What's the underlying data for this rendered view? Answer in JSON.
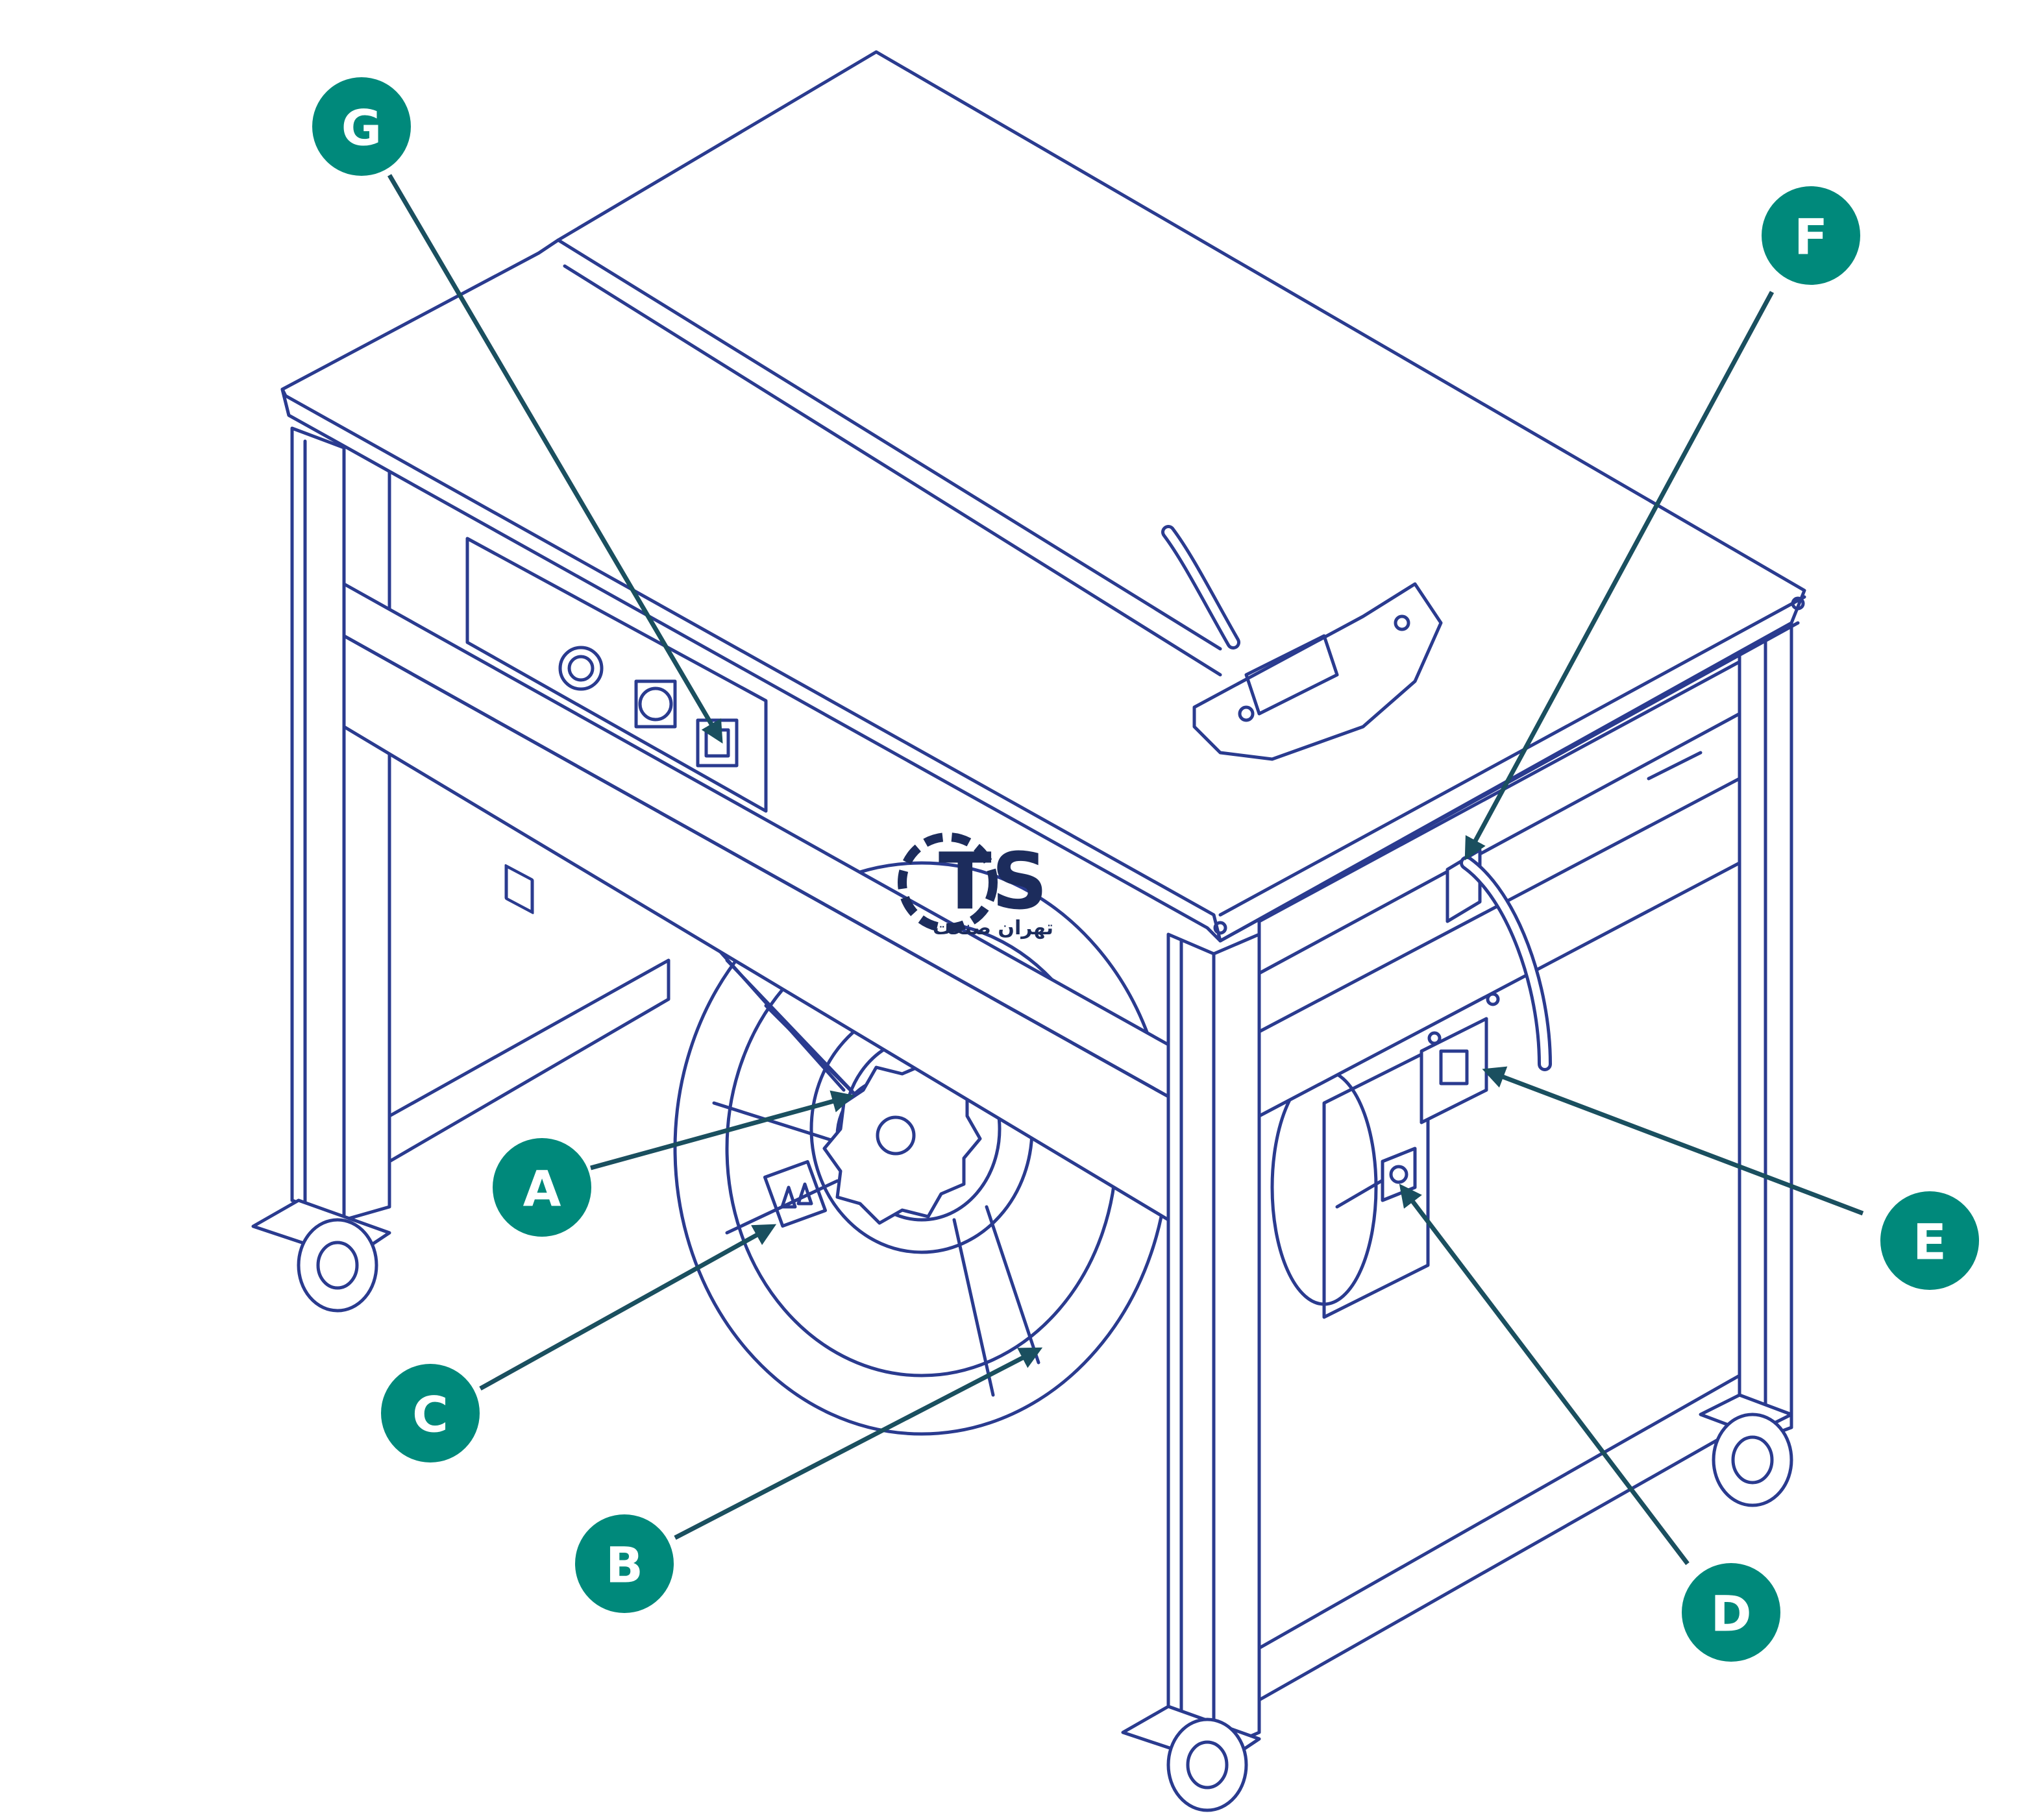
{
  "colors": {
    "outline": "#2a3b8f",
    "callout_fill": "#00897b",
    "leader_line": "#1a4f5f",
    "callout_text": "#ffffff",
    "background": "#ffffff"
  },
  "callouts": [
    {
      "id": "G",
      "label": "G"
    },
    {
      "id": "F",
      "label": "F"
    },
    {
      "id": "A",
      "label": "A"
    },
    {
      "id": "E",
      "label": "E"
    },
    {
      "id": "C",
      "label": "C"
    },
    {
      "id": "B",
      "label": "B"
    },
    {
      "id": "D",
      "label": "D"
    }
  ],
  "logo": {
    "letters": "TS",
    "caption": "تهران صنعت"
  }
}
